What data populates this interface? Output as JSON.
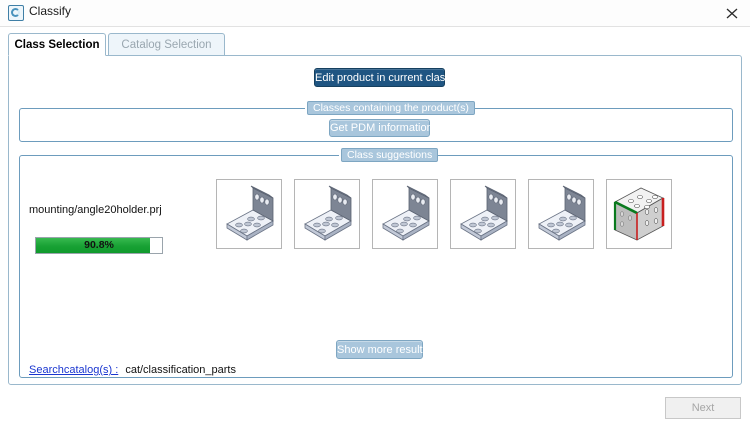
{
  "window": {
    "title": "Classify",
    "app_icon": "classify-ring-icon",
    "close_icon": "close-icon"
  },
  "tabs": [
    {
      "id": "class-selection",
      "label": "Class Selection",
      "active": true
    },
    {
      "id": "catalog-selection",
      "label": "Catalog Selection",
      "active": false
    }
  ],
  "actions": {
    "edit_product": "Edit product in current class",
    "get_pdm": "Get PDM information",
    "show_more": "Show more results",
    "next": "Next"
  },
  "groups": {
    "classes_containing": "Classes containing the product(s)",
    "class_suggestions": "Class suggestions"
  },
  "result": {
    "product_path": "mounting/angle20holder.prj",
    "confidence_label": "90.8%",
    "confidence_value": 90.8,
    "bar_color": "#1fa73c"
  },
  "suggestions": [
    {
      "name": "angle-bracket-thumbnail-1",
      "style": "gray"
    },
    {
      "name": "angle-bracket-thumbnail-2",
      "style": "gray"
    },
    {
      "name": "angle-bracket-thumbnail-3",
      "style": "gray"
    },
    {
      "name": "angle-bracket-thumbnail-4",
      "style": "gray"
    },
    {
      "name": "angle-bracket-thumbnail-5",
      "style": "gray"
    },
    {
      "name": "angle-bracket-thumbnail-6",
      "style": "colored"
    }
  ],
  "catalog": {
    "link_label": "Searchcatalog(s) :",
    "value": "cat/classification_parts"
  },
  "colors": {
    "accent_dark": "#1f5582",
    "accent_light": "#a9c6dc",
    "group_border": "#6d9cbd",
    "link": "#1a36d0",
    "progress_green": "#1fa73c"
  }
}
